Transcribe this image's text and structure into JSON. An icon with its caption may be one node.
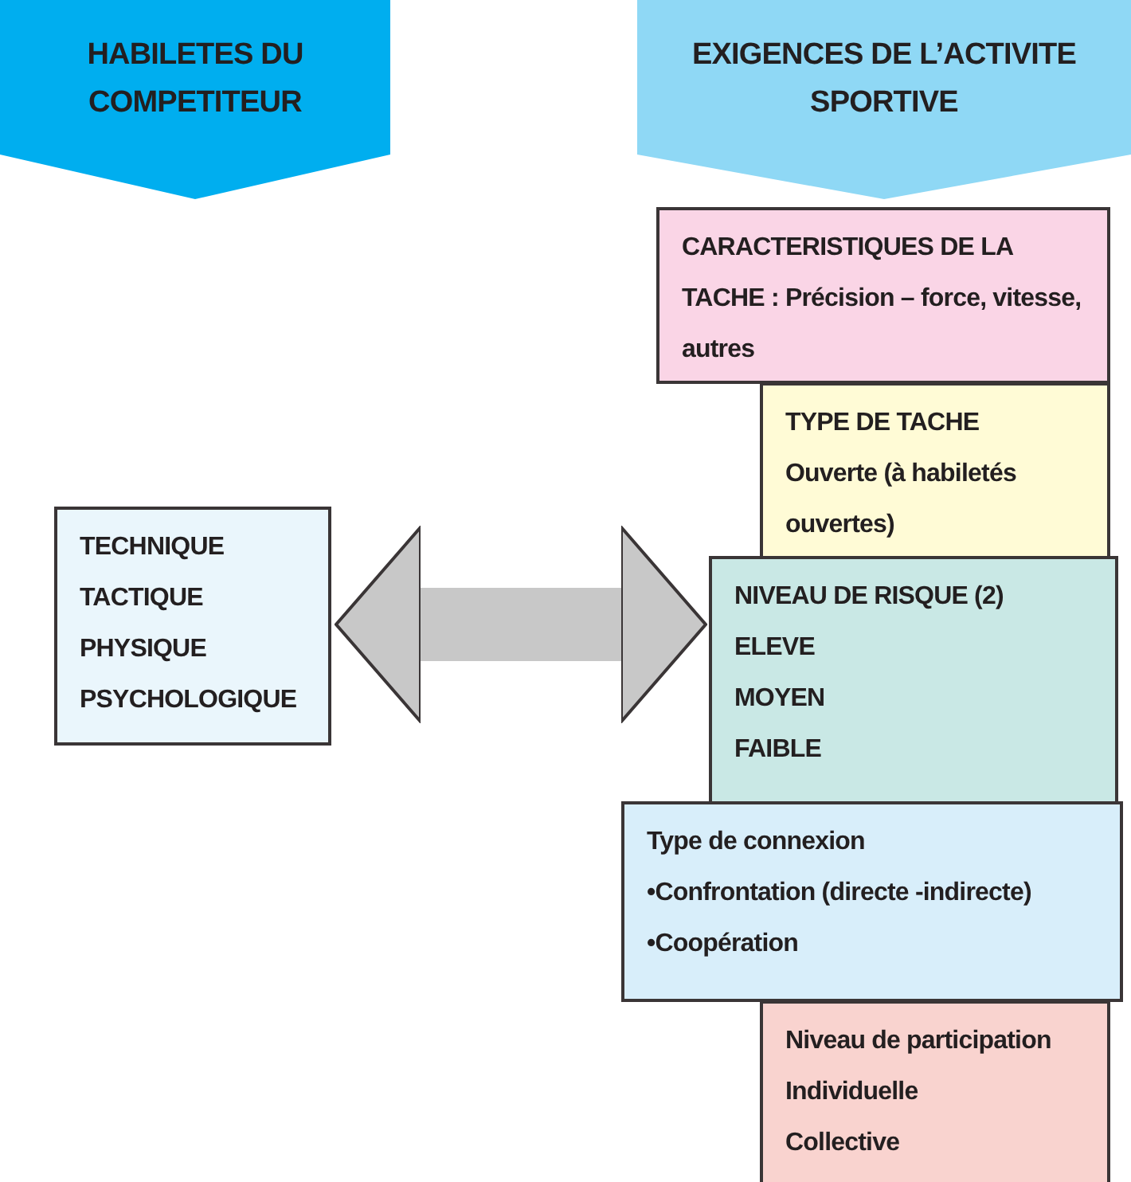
{
  "diagram": {
    "nodes": [
      {
        "text": [
          "HABILETES DU COMPETITEUR"
        ]
      },
      {
        "text": [
          "EXIGENCES DE L’ACTIVITE SPORTIVE"
        ]
      },
      {
        "text": [
          "TECHNIQUE",
          "TACTIQUE",
          "PHYSIQUE",
          "PSYCHOLOGIQUE"
        ]
      },
      {
        "text": [
          "CARACTERISTIQUES DE LA TACHE : Précision – force, vitesse, autres"
        ]
      },
      {
        "text": [
          "TYPE DE TACHE",
          "Ouverte (à habiletés ouvertes)"
        ]
      },
      {
        "text": [
          "NIVEAU DE RISQUE (2)",
          "ELEVE",
          "MOYEN",
          "FAIBLE"
        ]
      },
      {
        "text": [
          "Type de connexion",
          "•Confrontation (directe -indirecte)",
          "•Coopération"
        ]
      },
      {
        "text": [
          "Niveau de participation",
          "Individuelle",
          "Collective"
        ]
      }
    ],
    "edges": [
      {
        "from": 2,
        "to": 5,
        "arrow": "both"
      }
    ]
  }
}
